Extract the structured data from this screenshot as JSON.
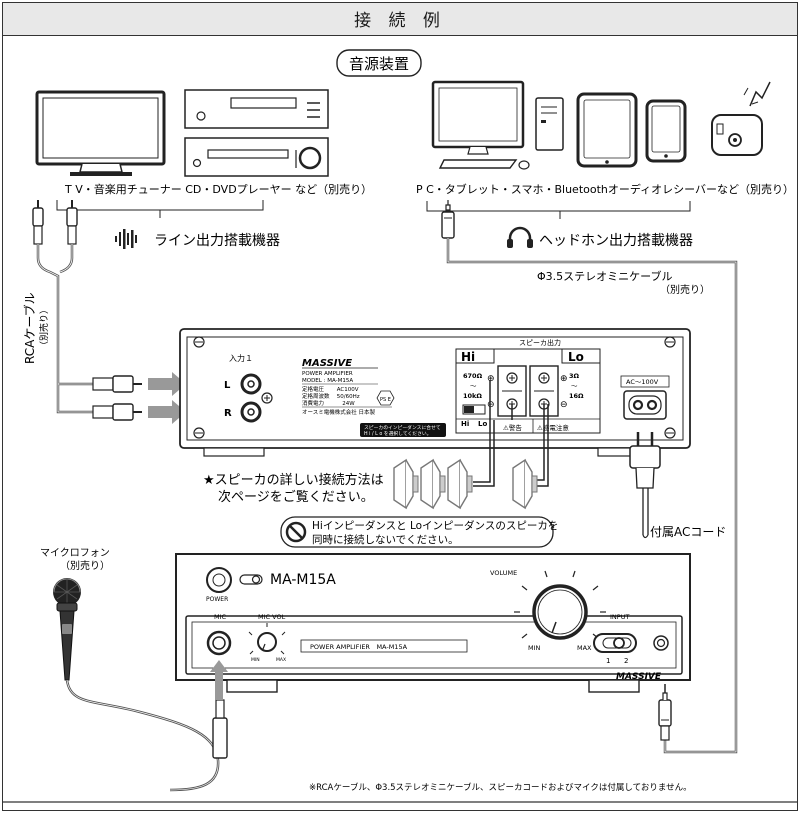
{
  "title": "接 続 例",
  "source_label": "音源装置",
  "line_devices_caption": "T V・音楽用チューナー CD・DVDプレーヤー など（別売り）",
  "line_group_label": "ライン出力搭載機器",
  "hp_devices_caption": "P C・タブレット・スマホ・Bluetoothオーディオレシーバーなど（別売り）",
  "hp_group_label": "ヘッドホン出力搭載機器",
  "mini_cable": {
    "label": "Φ3.5ステレオミニケーブル",
    "sub": "（別売り）"
  },
  "rca_cable": {
    "label": "RCAケーブル",
    "sub": "（別売り）"
  },
  "rear": {
    "input_label": "入力１",
    "L": "L",
    "R": "R",
    "brand": "MASSIVE",
    "spec_lines": [
      "POWER AMPLIFIER",
      "MODEL : MA-M15A",
      "定格電圧　　 AC100V",
      "定格周波数　 50/60Hz",
      "消費電力　　　 24W",
      "オースミ電機株式会社 日本製"
    ],
    "ps_mark": "PS E",
    "speaker_out_label": "スピーカ出力",
    "hi_label": "Hi",
    "lo_label": "Lo",
    "hi_imp_top": "670Ω",
    "hi_imp_mid": "〜",
    "hi_imp_bot": "10kΩ",
    "lo_imp_top": "3Ω",
    "lo_imp_mid": "〜",
    "lo_imp_bot": "16Ω",
    "hi_sw": "Hi",
    "lo_sw": "Lo",
    "warn1": "⚠警告",
    "warn2": "⚠感電注意",
    "note_line1": "スピーカのインピーダンスに合せて",
    "note_line2": "H i / L o を選択してください。",
    "ac_label": "AC〜100V"
  },
  "speaker_note": {
    "line1": "★スピーカの詳しい接続方法は",
    "line2": "次ページをご覧ください。"
  },
  "warning_note": {
    "line1": "Hiインピーダンスと Loインピーダンスのスピーカを",
    "line2": "同時に接続しないでください。"
  },
  "ac_cord_label": "付属ACコード",
  "mic": {
    "label": "マイクロフォン",
    "sub": "（別売り）"
  },
  "front": {
    "power_label": "POWER",
    "model": "MA-M15A",
    "volume_label": "VOLUME",
    "min": "MIN",
    "max": "MAX",
    "input_label": "INPUT",
    "input_1": "1",
    "input_2": "2",
    "mic_label": "MIC",
    "mic_vol_label": "MIC VOL",
    "panel_text": "POWER AMPLIFIER　MA-M15A",
    "brand": "MASSIVE"
  },
  "footnote": "※RCAケーブル、Φ3.5ステレオミニケーブル、スピーカコードおよびマイクは付属しておりません。"
}
